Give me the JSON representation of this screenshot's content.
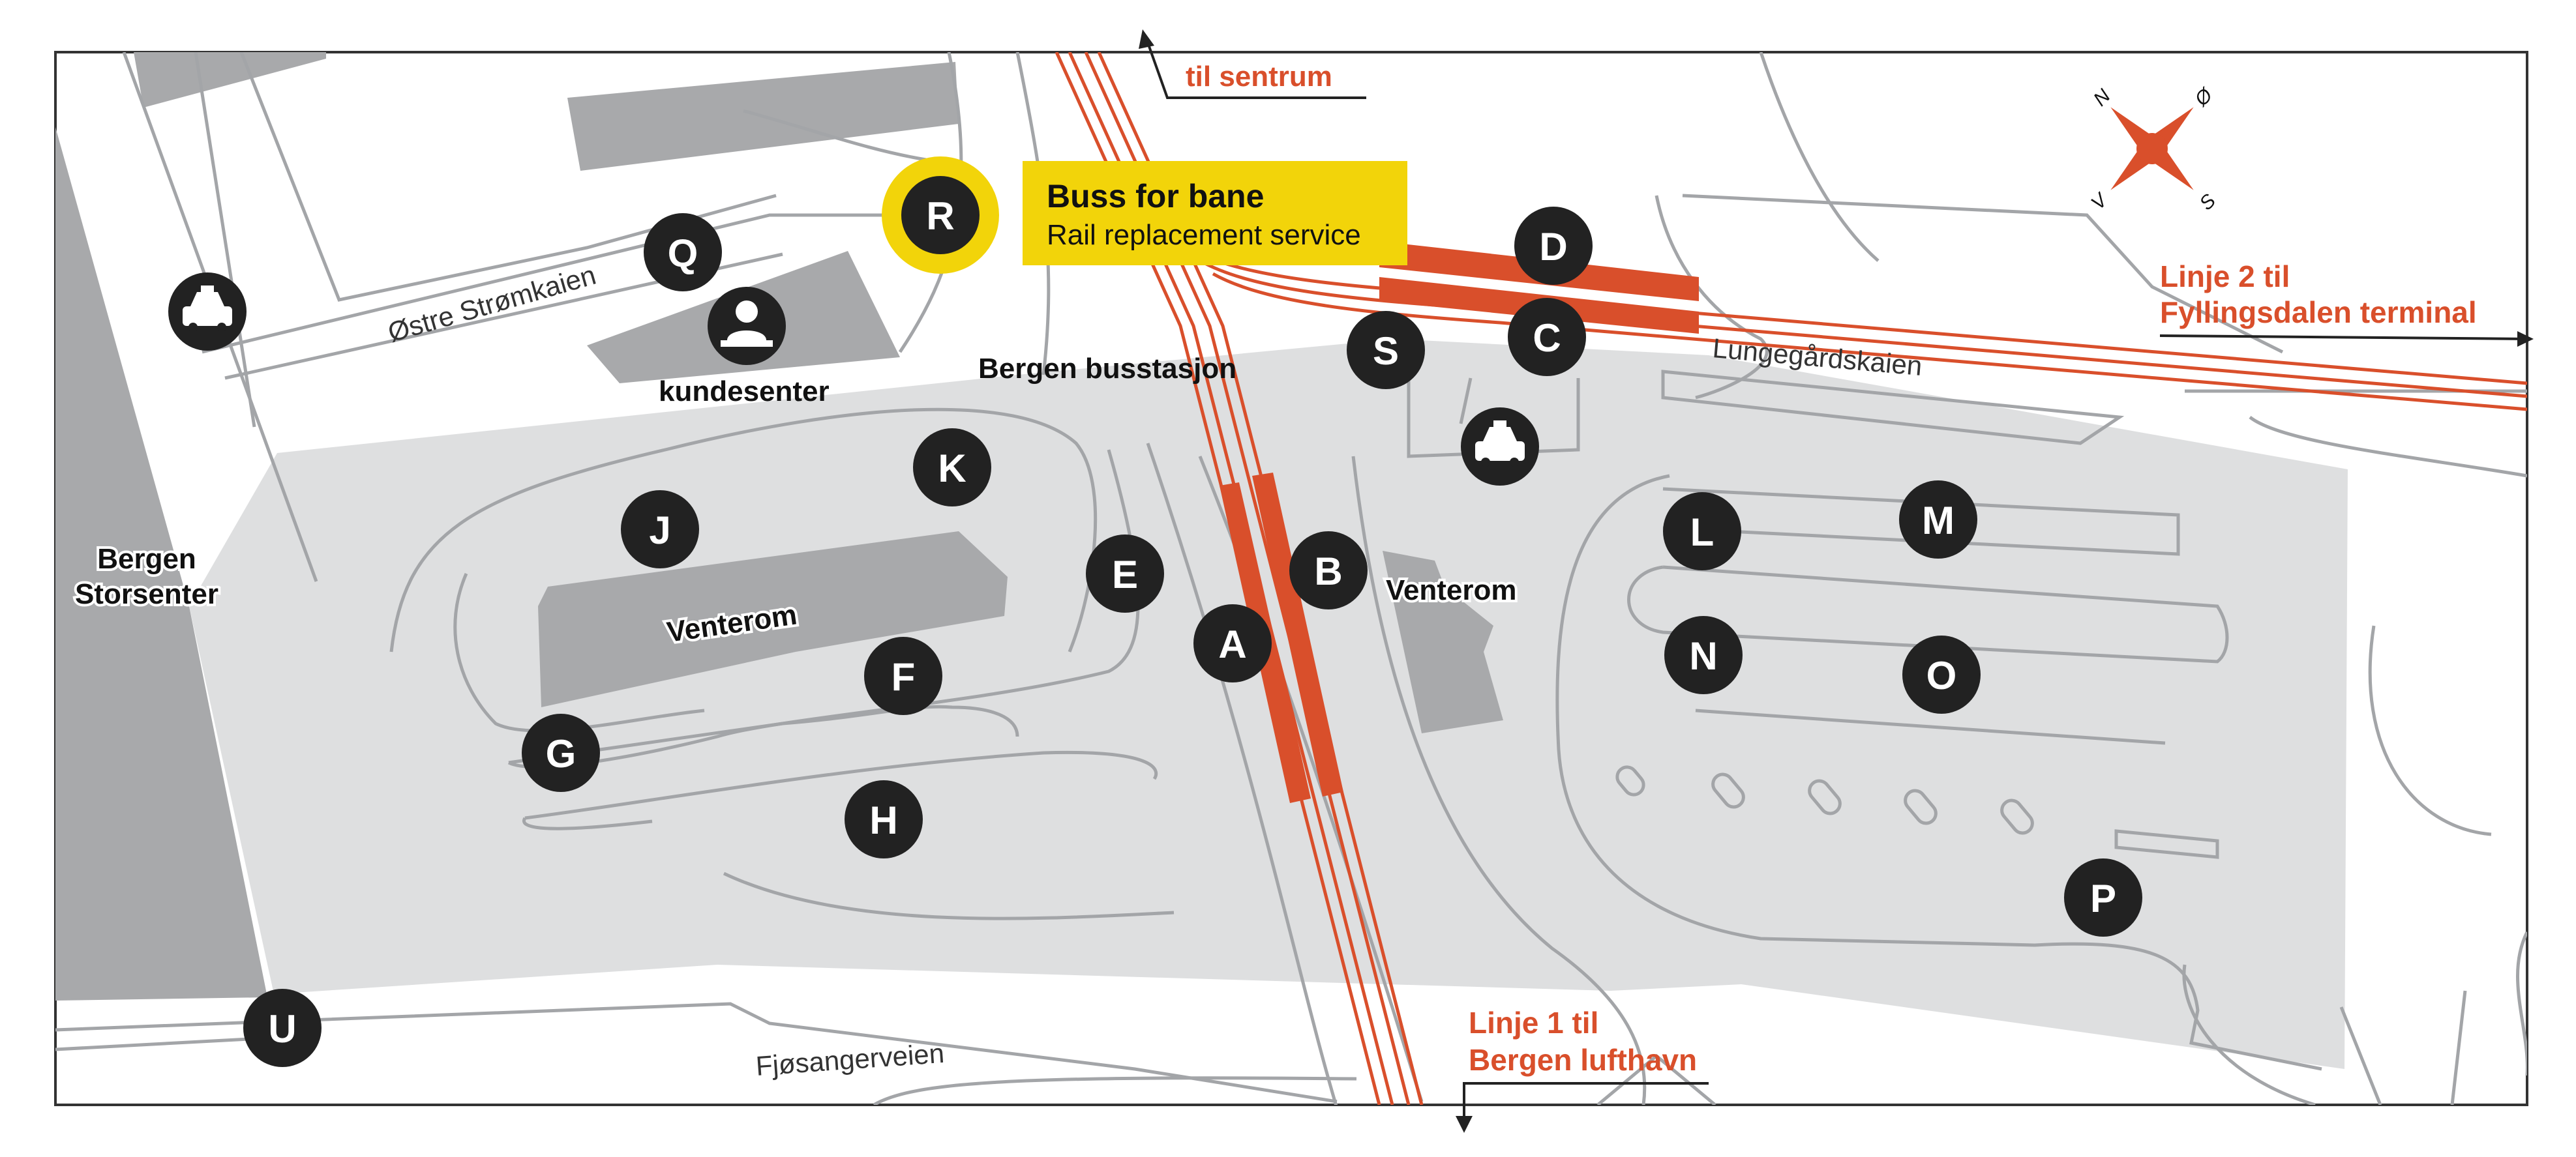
{
  "map_title": "",
  "stops": {
    "A": "A",
    "B": "B",
    "C": "C",
    "D": "D",
    "E": "E",
    "F": "F",
    "G": "G",
    "H": "H",
    "J": "J",
    "K": "K",
    "L": "L",
    "M": "M",
    "N": "N",
    "O": "O",
    "P": "P",
    "Q": "Q",
    "R": "R",
    "S": "S",
    "U": "U"
  },
  "labels": {
    "til_sentrum": "til sentrum",
    "buss_for_bane_title": "Buss for bane",
    "buss_for_bane_subtitle": "Rail replacement  service",
    "linje2_line1": "Linje 2 til",
    "linje2_line2": "Fyllingsdalen terminal",
    "linje1_line1": "Linje 1 til",
    "linje1_line2": "Bergen lufthavn",
    "ostre_stromkaien": "Østre Strømkaien",
    "lungegardskaien": "Lungegårdskaien",
    "fjosangerveien": "Fjøsangerveien",
    "kundesenter": "kundesenter",
    "bergen_busstasjon": "Bergen busstasjon",
    "bergen_storsenter_1": "Bergen",
    "bergen_storsenter_2": "Storsenter",
    "venterom_west": "Venterom",
    "venterom_east": "Venterom"
  },
  "compass": {
    "n": "N",
    "o": "Ø",
    "s": "S",
    "v": "V"
  },
  "icons": [
    "taxi-icon",
    "taxi-icon",
    "customer-service-icon",
    "compass-icon"
  ],
  "colors": {
    "rail": "#d94f2b",
    "highlight": "#f2d40a",
    "stop_circle": "#222222",
    "dark_grey": "#a8a9ab",
    "light_grey": "#dedfe0",
    "road_line": "#a3a5a8"
  }
}
